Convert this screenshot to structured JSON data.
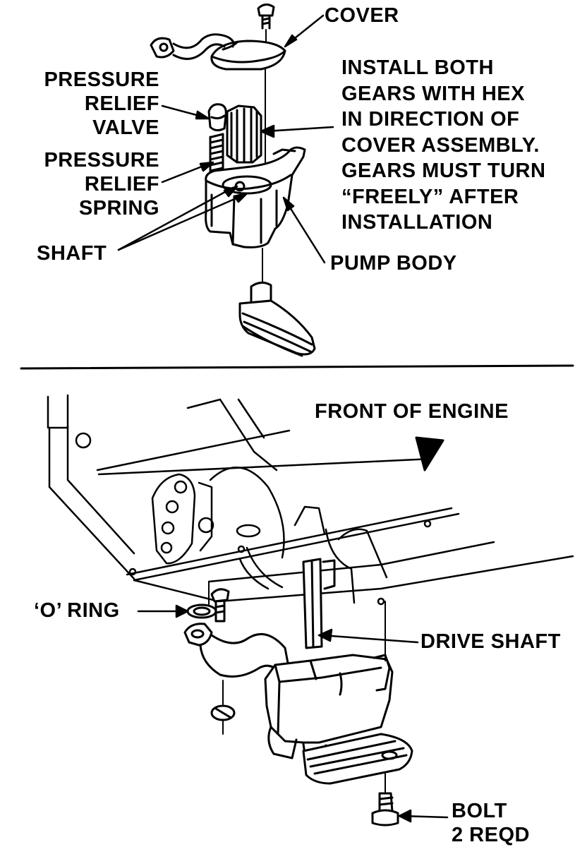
{
  "top_panel": {
    "cover": "COVER",
    "pressure_relief_valve": [
      "PRESSURE",
      "RELIEF",
      "VALVE"
    ],
    "pressure_relief_spring": [
      "PRESSURE",
      "RELIEF",
      "SPRING"
    ],
    "shaft": "SHAFT",
    "pump_body": "PUMP BODY",
    "install_note": [
      "INSTALL BOTH",
      "GEARS WITH HEX",
      "IN DIRECTION OF",
      "COVER ASSEMBLY.",
      "GEARS MUST TURN",
      "“FREELY” AFTER",
      "INSTALLATION"
    ]
  },
  "bottom_panel": {
    "front_of_engine": "FRONT OF ENGINE",
    "o_ring": "‘O’ RING",
    "drive_shaft": "DRIVE SHAFT",
    "bolt": [
      "BOLT",
      "2 REQD"
    ]
  }
}
